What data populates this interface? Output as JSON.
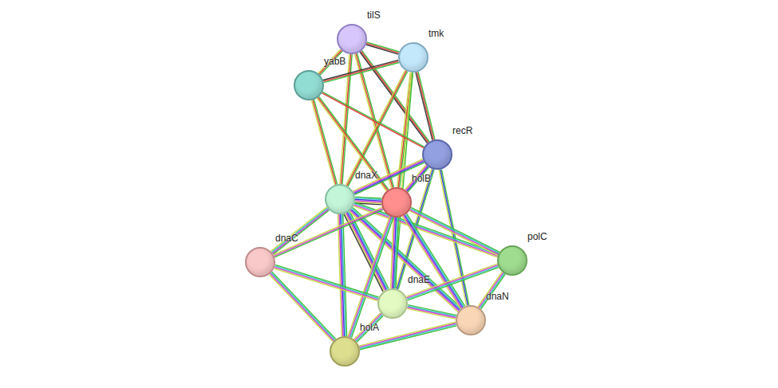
{
  "diagram": {
    "nodes": [
      {
        "text": [
          "tilS"
        ]
      },
      {
        "text": [
          "tmk"
        ]
      },
      {
        "text": [
          "yabB"
        ]
      },
      {
        "text": [
          "recR"
        ]
      },
      {
        "text": [
          "dnaX"
        ]
      },
      {
        "text": [
          "holB"
        ]
      },
      {
        "text": [
          "dnaC"
        ]
      },
      {
        "text": [
          "polC"
        ]
      },
      {
        "text": [
          "dnaE"
        ]
      },
      {
        "text": [
          "dnaN"
        ]
      },
      {
        "text": [
          "holA"
        ]
      }
    ],
    "edges": [
      {
        "from": 0,
        "to": 1,
        "arrow": "none"
      },
      {
        "from": 0,
        "to": 2,
        "arrow": "none"
      },
      {
        "from": 0,
        "to": 3,
        "arrow": "none"
      },
      {
        "from": 0,
        "to": 4,
        "arrow": "none"
      },
      {
        "from": 0,
        "to": 5,
        "arrow": "none"
      },
      {
        "from": 1,
        "to": 2,
        "arrow": "none"
      },
      {
        "from": 1,
        "to": 3,
        "arrow": "none"
      },
      {
        "from": 1,
        "to": 4,
        "arrow": "none"
      },
      {
        "from": 1,
        "to": 5,
        "arrow": "none"
      },
      {
        "from": 1,
        "to": 8,
        "arrow": "none"
      },
      {
        "from": 2,
        "to": 3,
        "arrow": "none"
      },
      {
        "from": 2,
        "to": 4,
        "arrow": "none"
      },
      {
        "from": 2,
        "to": 5,
        "arrow": "none"
      },
      {
        "from": 3,
        "to": 4,
        "arrow": "none"
      },
      {
        "from": 3,
        "to": 5,
        "arrow": "none"
      },
      {
        "from": 3,
        "to": 8,
        "arrow": "none"
      },
      {
        "from": 3,
        "to": 9,
        "arrow": "none"
      },
      {
        "from": 4,
        "to": 5,
        "arrow": "none"
      },
      {
        "from": 4,
        "to": 6,
        "arrow": "none"
      },
      {
        "from": 4,
        "to": 7,
        "arrow": "none"
      },
      {
        "from": 4,
        "to": 8,
        "arrow": "none"
      },
      {
        "from": 4,
        "to": 9,
        "arrow": "none"
      },
      {
        "from": 4,
        "to": 10,
        "arrow": "none"
      },
      {
        "from": 5,
        "to": 6,
        "arrow": "none"
      },
      {
        "from": 5,
        "to": 7,
        "arrow": "none"
      },
      {
        "from": 5,
        "to": 8,
        "arrow": "none"
      },
      {
        "from": 5,
        "to": 9,
        "arrow": "none"
      },
      {
        "from": 5,
        "to": 10,
        "arrow": "none"
      },
      {
        "from": 6,
        "to": 8,
        "arrow": "none"
      },
      {
        "from": 6,
        "to": 10,
        "arrow": "none"
      },
      {
        "from": 7,
        "to": 8,
        "arrow": "none"
      },
      {
        "from": 7,
        "to": 9,
        "arrow": "none"
      },
      {
        "from": 8,
        "to": 9,
        "arrow": "none"
      },
      {
        "from": 8,
        "to": 10,
        "arrow": "none"
      },
      {
        "from": 9,
        "to": 10,
        "arrow": "none"
      }
    ]
  }
}
